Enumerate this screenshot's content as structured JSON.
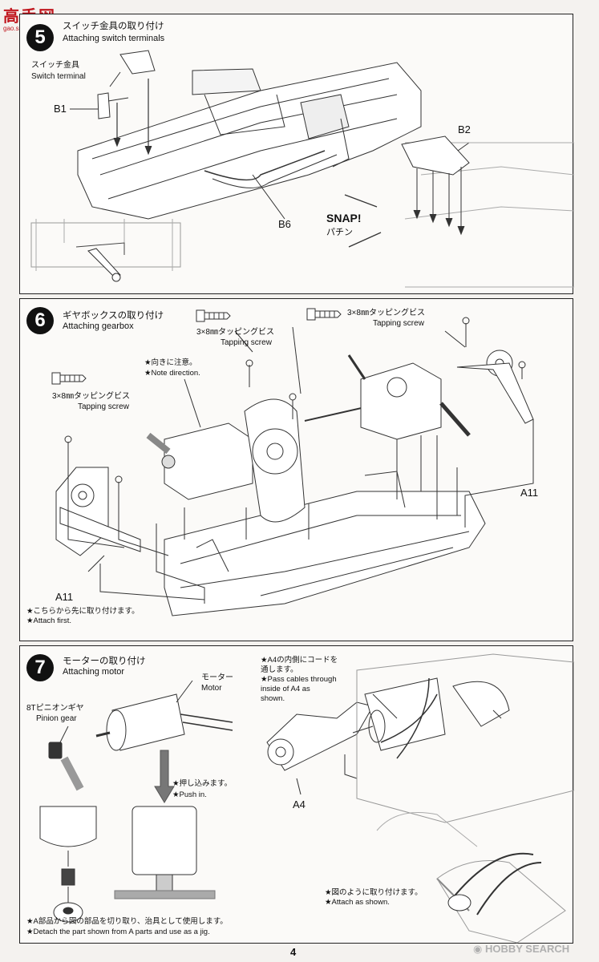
{
  "watermark": {
    "logo_text": "高手网",
    "logo_url": "gao.sshop.com",
    "hobby": "HOBBY SEARCH",
    "hobby_icon": "circle-logo-icon"
  },
  "page_number": "4",
  "step5": {
    "number": "5",
    "title_jp": "スイッチ金具の取り付け",
    "title_en": "Attaching switch terminals",
    "switch_jp": "スイッチ金具",
    "switch_en": "Switch terminal",
    "b1": "B1",
    "b2": "B2",
    "b6": "B6",
    "snap_en": "SNAP!",
    "snap_jp": "パチン"
  },
  "step6": {
    "number": "6",
    "title_jp": "ギヤボックスの取り付け",
    "title_en": "Attaching gearbox",
    "screw_jp": "3×8㎜タッピングビス",
    "screw_en": "Tapping screw",
    "note_dir_jp": "★向きに注意。",
    "note_dir_en": "★Note direction.",
    "a11": "A11",
    "attach_first_jp": "★こちらから先に取り付けます。",
    "attach_first_en": "★Attach first."
  },
  "step7": {
    "number": "7",
    "title_jp": "モーターの取り付け",
    "title_en": "Attaching motor",
    "motor_jp": "モーター",
    "motor_en": "Motor",
    "pinion_jp": "8Tピニオンギヤ",
    "pinion_en": "Pinion gear",
    "push_jp": "★押し込みます。",
    "push_en": "★Push in.",
    "jig_jp": "★A部品から図の部品を切り取り、治具として使用します。",
    "jig_en": "★Detach the part shown from A parts and use as a jig.",
    "cable_jp_1": "★A4の内側にコードを",
    "cable_jp_2": "通します。",
    "cable_en_1": "★Pass cables through",
    "cable_en_2": "inside of A4 as",
    "cable_en_3": "shown.",
    "a4": "A4",
    "attach_shown_jp": "★図のように取り付けます。",
    "attach_shown_en": "★Attach as shown."
  }
}
